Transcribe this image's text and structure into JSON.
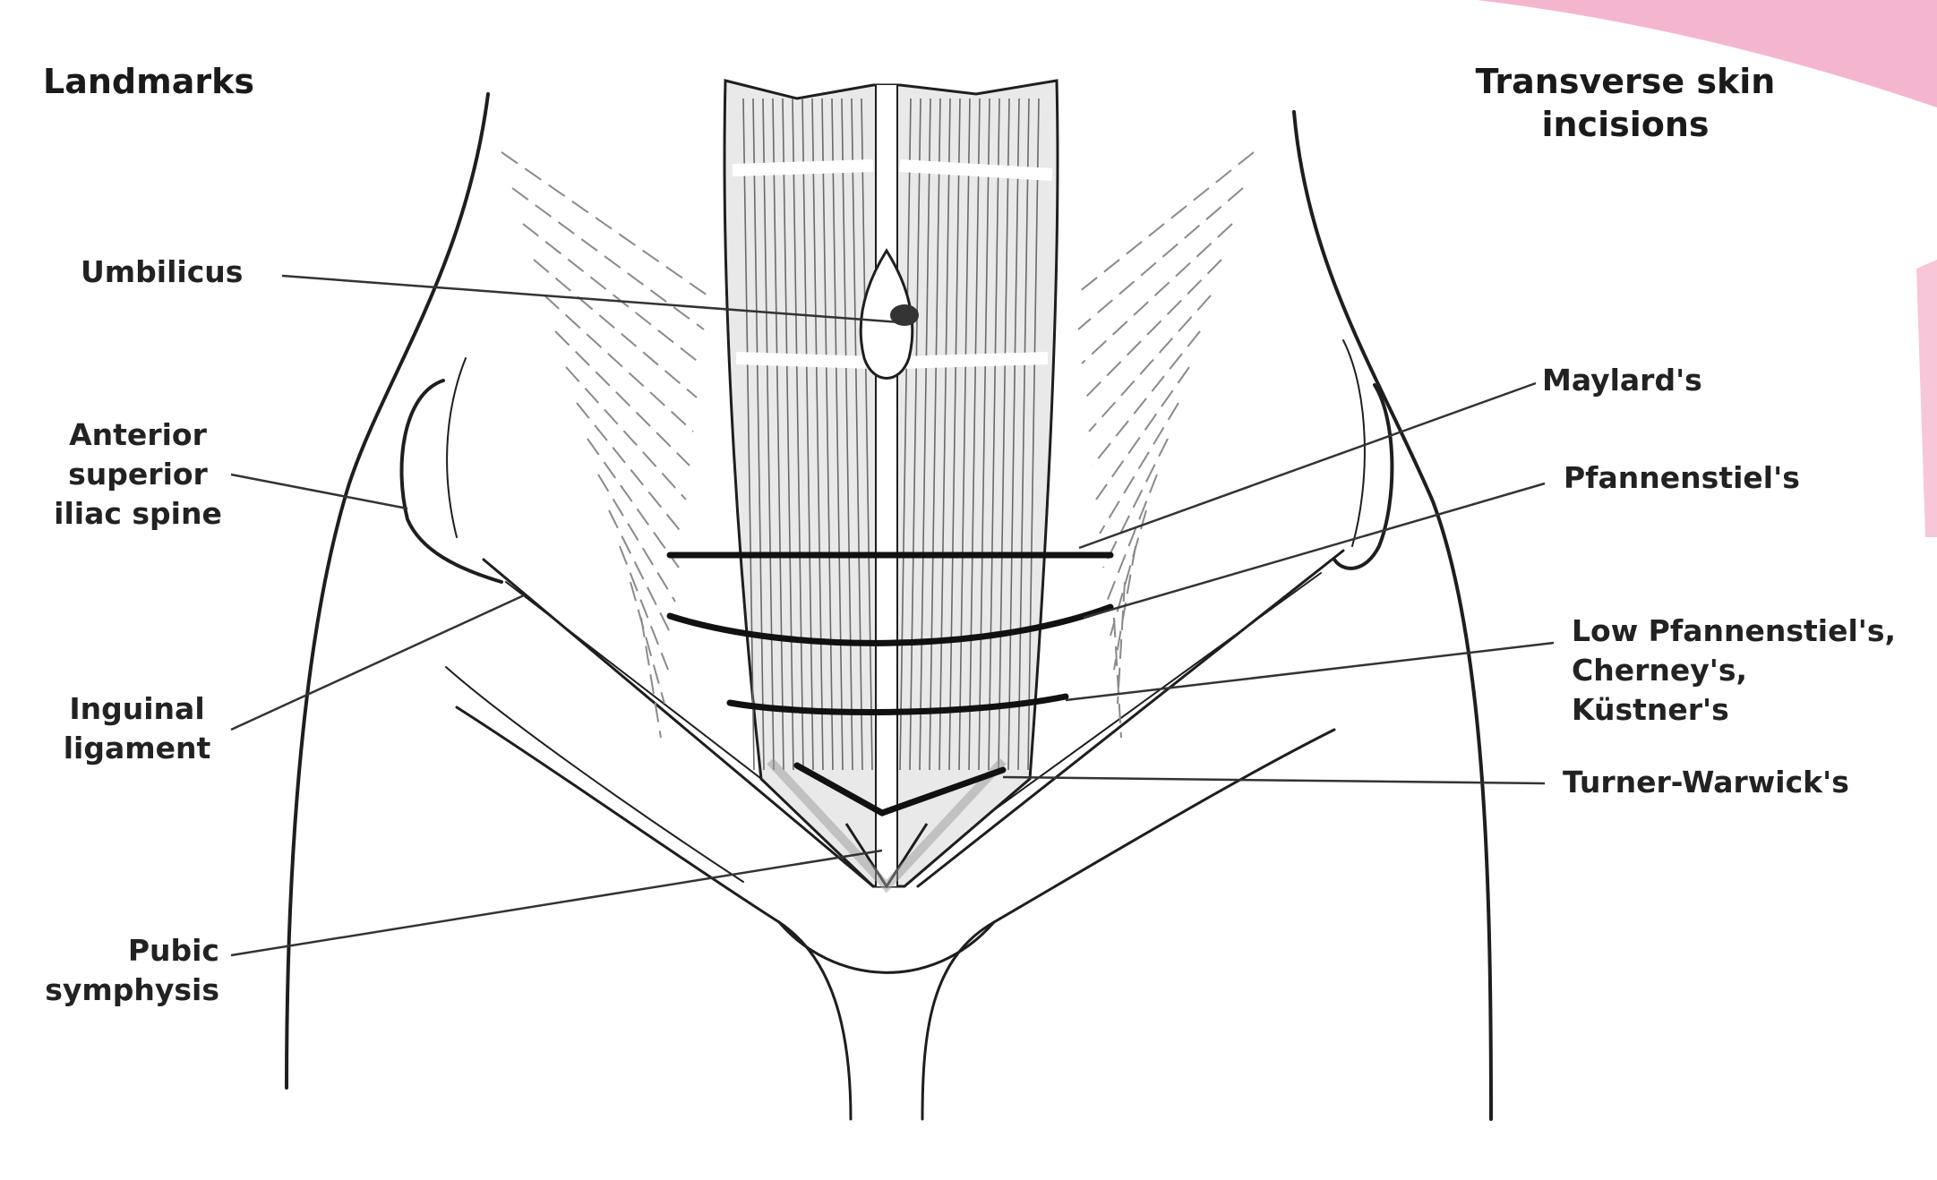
{
  "headings": {
    "left": "Landmarks",
    "right_line1": "Transverse skin",
    "right_line2": "incisions"
  },
  "landmarks": {
    "umbilicus": "Umbilicus",
    "asis_line1": "Anterior",
    "asis_line2": "superior",
    "asis_line3": "iliac spine",
    "inguinal_line1": "Inguinal",
    "inguinal_line2": "ligament",
    "pubic_line1": "Pubic",
    "pubic_line2": "symphysis"
  },
  "incisions": {
    "maylard": "Maylard's",
    "pfannenstiel": "Pfannenstiel's",
    "low_line1": "Low Pfannenstiel's,",
    "low_line2": "Cherney's,",
    "low_line3": "Küstner's",
    "turner": "Turner-Warwick's"
  },
  "colors": {
    "outline": "#1e1e1e",
    "incision": "#111111",
    "muscle_fill": "#e9e9e9",
    "accent_pink": "#f7c6d8"
  }
}
